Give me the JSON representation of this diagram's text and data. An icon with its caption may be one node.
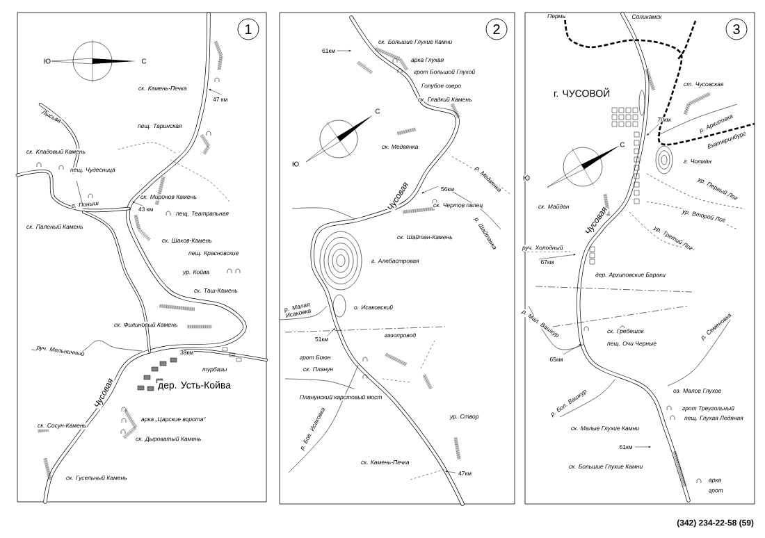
{
  "diagram": {
    "nodes": [
      {
        "text": [],
        "shape": "box"
      },
      {
        "text": [
          "1"
        ],
        "in": 0
      },
      {
        "text": [],
        "shape": "box"
      },
      {
        "text": [
          "2"
        ],
        "in": 2
      },
      {
        "text": [],
        "shape": "box"
      },
      {
        "text": [
          "3"
        ],
        "in": 4
      }
    ],
    "edges": [],
    "labels": [
      "Ю",
      "С",
      "ск. Камень-Печка",
      "47 км",
      "Лысьва",
      "пещ. Таринская",
      "ск. Кладовый Камень",
      "пещ. Чудесница",
      "ск. Миронов Камень",
      "р. Поныш",
      "43 км",
      "пещ. Театральная",
      "ск. Паленый Камень",
      "ск. Шаков-Камень",
      "пещ. Красновские",
      "ур. Койва",
      "ск. Таш-Камень",
      "ск. Филиновый Камень",
      "руч. Мельничный",
      "38км",
      "турбазы",
      "дер. Усть-Койва",
      "Чусовая",
      "арка „Царские ворота“",
      "ск. Сосун-Камень",
      "ск. Дыроватый Камень",
      "ск. Гусельный Камень",
      "ск. Большие Глухие Камни",
      "61км",
      "арка Глухая",
      "грот Большой Глухой",
      "Голубое озеро",
      "ск. Гладкий Камень",
      "С",
      "ск. Медвянка",
      "Ю",
      "р. Медвянка",
      "Чусовая",
      "56км",
      "ск. Чертов палец",
      "р. Шайтанка",
      "ск. Шайтан-Камень",
      "г. Алебастровая",
      "р. Малая Исаковка",
      "о. Исаковский",
      "51км",
      "газопровод",
      "грот Боюн",
      "ск. Планун",
      "Планунский карстовый мост",
      "ур. Створ",
      "р. Бол. Исаковка",
      "ск. Камень-Печка",
      "47км",
      "Пермь",
      "Соликамск",
      "г. ЧУСОВОЙ",
      "ст. Чусовская",
      "70км",
      "р. Архиповка",
      "Екатеринбург",
      "С",
      "г. Чолман",
      "Ю",
      "ур. Первый Лог",
      "ск. Майдан",
      "Чусовая",
      "ур. Второй Лог",
      "ур. Третий Лог",
      "руч. Холодный",
      "67км",
      "дер. Архиповские Бараки",
      "р. Мал. Вашкур",
      "ск. Гребешок",
      "пещ. Очи Черные",
      "65км",
      "р. Семеновка",
      "р. Бол. Вашкур",
      "оз. Малое Глухое",
      "грот Треугольный",
      "пещ. Глухая Ледяная",
      "ск. Малые Глухие Камни",
      "61км",
      "ск. Большие Глухие Камни",
      "арка",
      "грот",
      "(342) 234-22-58 (59)"
    ]
  }
}
